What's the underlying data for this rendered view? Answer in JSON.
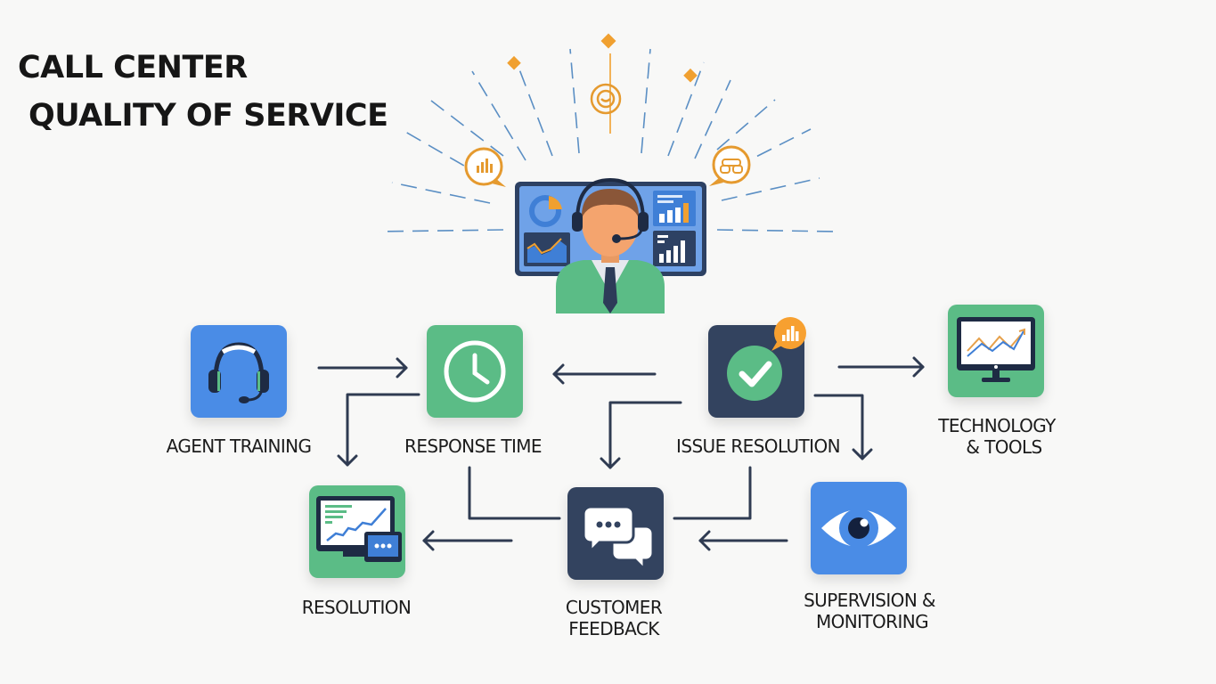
{
  "title": {
    "line1": "CALL CENTER",
    "line2": "QUALITY OF SERVICE"
  },
  "hero": {
    "figure": "call-center-agent-with-headset",
    "badges": [
      "bar-chart-bubble",
      "smiley-target",
      "teamwork-bubble"
    ]
  },
  "nodes": [
    {
      "id": "agent-training",
      "label": "AGENT TRAINING",
      "icon": "headset-icon",
      "color": "#4a8ce6"
    },
    {
      "id": "response-time",
      "label": "RESPONSE TIME",
      "icon": "clock-icon",
      "color": "#5bbc86"
    },
    {
      "id": "issue-resolution",
      "label": "ISSUE RESOLUTION",
      "icon": "checkmark-icon",
      "color": "#33435f"
    },
    {
      "id": "technology-tools",
      "label_line1": "TECHNOLOGY",
      "label_line2": "& TOOLS",
      "icon": "monitor-chart-icon",
      "color": "#5bbc86"
    },
    {
      "id": "resolution",
      "label": "RESOLUTION",
      "icon": "dashboard-devices-icon",
      "color": "#5bbc86"
    },
    {
      "id": "customer-feedback",
      "label_line1": "CUSTOMER",
      "label_line2": "FEEDBACK",
      "icon": "chat-bubbles-icon",
      "color": "#33435f"
    },
    {
      "id": "supervision-monitoring",
      "label_line1": "SUPERVISION &",
      "label_line2": "MONITORING",
      "icon": "eye-icon",
      "color": "#4a8ce6"
    }
  ],
  "flows": [
    {
      "from": "agent-training",
      "to": "response-time"
    },
    {
      "from": "issue-resolution",
      "to": "response-time"
    },
    {
      "from": "issue-resolution",
      "to": "technology-tools"
    },
    {
      "from": "response-time",
      "to": "resolution"
    },
    {
      "from": "issue-resolution",
      "to": "customer-feedback"
    },
    {
      "from": "issue-resolution",
      "to": "supervision-monitoring"
    },
    {
      "from": "customer-feedback",
      "to": "resolution"
    },
    {
      "from": "supervision-monitoring",
      "to": "customer-feedback"
    }
  ],
  "colors": {
    "accent_orange": "#f0a030",
    "ray_blue": "#5b8fc4",
    "arrow": "#2f3b52"
  }
}
